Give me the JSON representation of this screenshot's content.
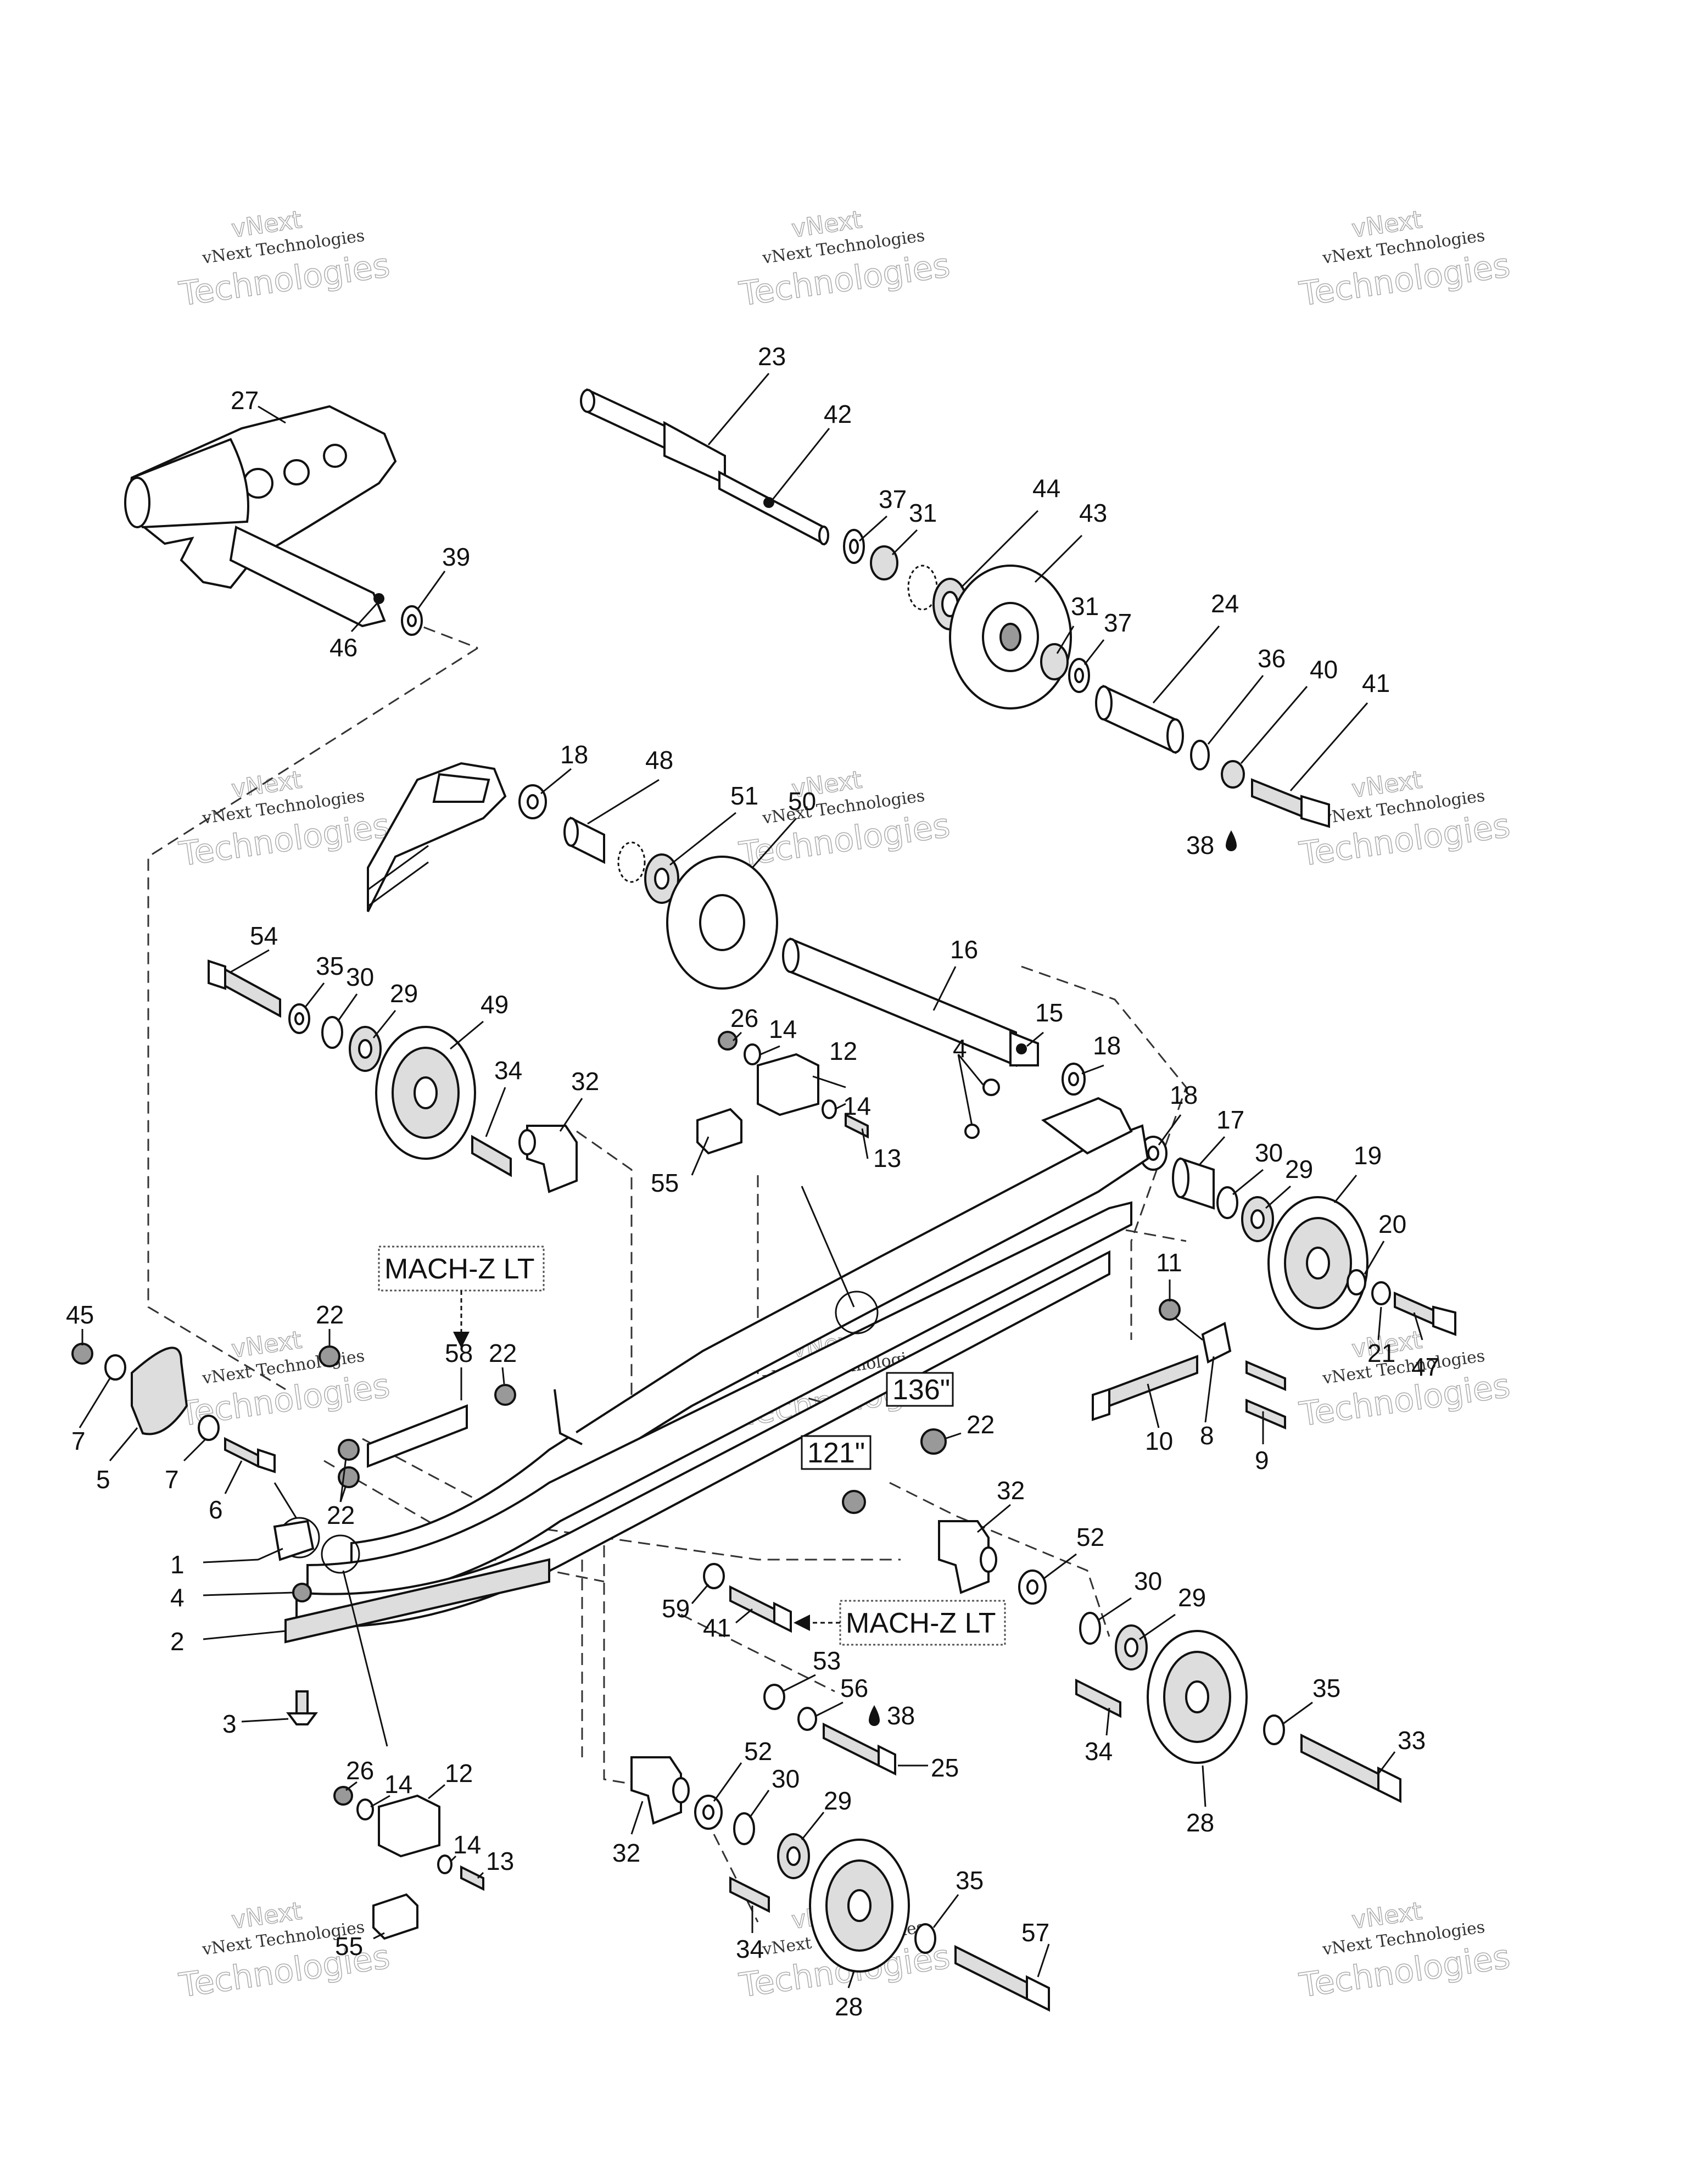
{
  "watermark": {
    "line1": "vNext Technologies",
    "line2": "Technologies",
    "line3": "vNext"
  },
  "boxed_labels": {
    "mach_z_lt_top": "MACH-Z LT",
    "mach_z_lt_bottom": "MACH-Z LT",
    "length_136": "136\"",
    "length_121": "121\""
  },
  "callouts": [
    {
      "id": "c27",
      "text": "27"
    },
    {
      "id": "c39",
      "text": "39"
    },
    {
      "id": "c46",
      "text": "46"
    },
    {
      "id": "c23",
      "text": "23"
    },
    {
      "id": "c42",
      "text": "42"
    },
    {
      "id": "c37a",
      "text": "37"
    },
    {
      "id": "c31a",
      "text": "31"
    },
    {
      "id": "c44",
      "text": "44"
    },
    {
      "id": "c43",
      "text": "43"
    },
    {
      "id": "c31b",
      "text": "31"
    },
    {
      "id": "c37b",
      "text": "37"
    },
    {
      "id": "c24",
      "text": "24"
    },
    {
      "id": "c36",
      "text": "36"
    },
    {
      "id": "c40",
      "text": "40"
    },
    {
      "id": "c41a",
      "text": "41"
    },
    {
      "id": "c38a",
      "text": "38"
    },
    {
      "id": "c18a",
      "text": "18"
    },
    {
      "id": "c48",
      "text": "48"
    },
    {
      "id": "c51",
      "text": "51"
    },
    {
      "id": "c50",
      "text": "50"
    },
    {
      "id": "c16",
      "text": "16"
    },
    {
      "id": "c15",
      "text": "15"
    },
    {
      "id": "c18b",
      "text": "18"
    },
    {
      "id": "c18c",
      "text": "18"
    },
    {
      "id": "c17",
      "text": "17"
    },
    {
      "id": "c30a",
      "text": "30"
    },
    {
      "id": "c29a",
      "text": "29"
    },
    {
      "id": "c19",
      "text": "19"
    },
    {
      "id": "c20",
      "text": "20"
    },
    {
      "id": "c21",
      "text": "21"
    },
    {
      "id": "c47",
      "text": "47"
    },
    {
      "id": "c54",
      "text": "54"
    },
    {
      "id": "c35a",
      "text": "35"
    },
    {
      "id": "c30b",
      "text": "30"
    },
    {
      "id": "c29b",
      "text": "29"
    },
    {
      "id": "c49",
      "text": "49"
    },
    {
      "id": "c34a",
      "text": "34"
    },
    {
      "id": "c32a",
      "text": "32"
    },
    {
      "id": "c26a",
      "text": "26"
    },
    {
      "id": "c14a",
      "text": "14"
    },
    {
      "id": "c12a",
      "text": "12"
    },
    {
      "id": "c14b",
      "text": "14"
    },
    {
      "id": "c13a",
      "text": "13"
    },
    {
      "id": "c55a",
      "text": "55"
    },
    {
      "id": "c4a",
      "text": "4"
    },
    {
      "id": "c11",
      "text": "11"
    },
    {
      "id": "c8",
      "text": "8"
    },
    {
      "id": "c9",
      "text": "9"
    },
    {
      "id": "c10",
      "text": "10"
    },
    {
      "id": "c45",
      "text": "45"
    },
    {
      "id": "c22a",
      "text": "22"
    },
    {
      "id": "c58",
      "text": "58"
    },
    {
      "id": "c22b",
      "text": "22"
    },
    {
      "id": "c22c",
      "text": "22"
    },
    {
      "id": "c22d",
      "text": "22"
    },
    {
      "id": "c7a",
      "text": "7"
    },
    {
      "id": "c5",
      "text": "5"
    },
    {
      "id": "c7b",
      "text": "7"
    },
    {
      "id": "c6",
      "text": "6"
    },
    {
      "id": "c1",
      "text": "1"
    },
    {
      "id": "c4b",
      "text": "4"
    },
    {
      "id": "c2",
      "text": "2"
    },
    {
      "id": "c3",
      "text": "3"
    },
    {
      "id": "c32b",
      "text": "32"
    },
    {
      "id": "c52a",
      "text": "52"
    },
    {
      "id": "c30c",
      "text": "30"
    },
    {
      "id": "c29c",
      "text": "29"
    },
    {
      "id": "c59",
      "text": "59"
    },
    {
      "id": "c41b",
      "text": "41"
    },
    {
      "id": "c53",
      "text": "53"
    },
    {
      "id": "c56",
      "text": "56"
    },
    {
      "id": "c38b",
      "text": "38"
    },
    {
      "id": "c25",
      "text": "25"
    },
    {
      "id": "c34b",
      "text": "34"
    },
    {
      "id": "c35b",
      "text": "35"
    },
    {
      "id": "c33",
      "text": "33"
    },
    {
      "id": "c28a",
      "text": "28"
    },
    {
      "id": "c26b",
      "text": "26"
    },
    {
      "id": "c14c",
      "text": "14"
    },
    {
      "id": "c12b",
      "text": "12"
    },
    {
      "id": "c14d",
      "text": "14"
    },
    {
      "id": "c13b",
      "text": "13"
    },
    {
      "id": "c55b",
      "text": "55"
    },
    {
      "id": "c52b",
      "text": "52"
    },
    {
      "id": "c30d",
      "text": "30"
    },
    {
      "id": "c29d",
      "text": "29"
    },
    {
      "id": "c32c",
      "text": "32"
    },
    {
      "id": "c34c",
      "text": "34"
    },
    {
      "id": "c35c",
      "text": "35"
    },
    {
      "id": "c57",
      "text": "57"
    },
    {
      "id": "c28b",
      "text": "28"
    }
  ]
}
